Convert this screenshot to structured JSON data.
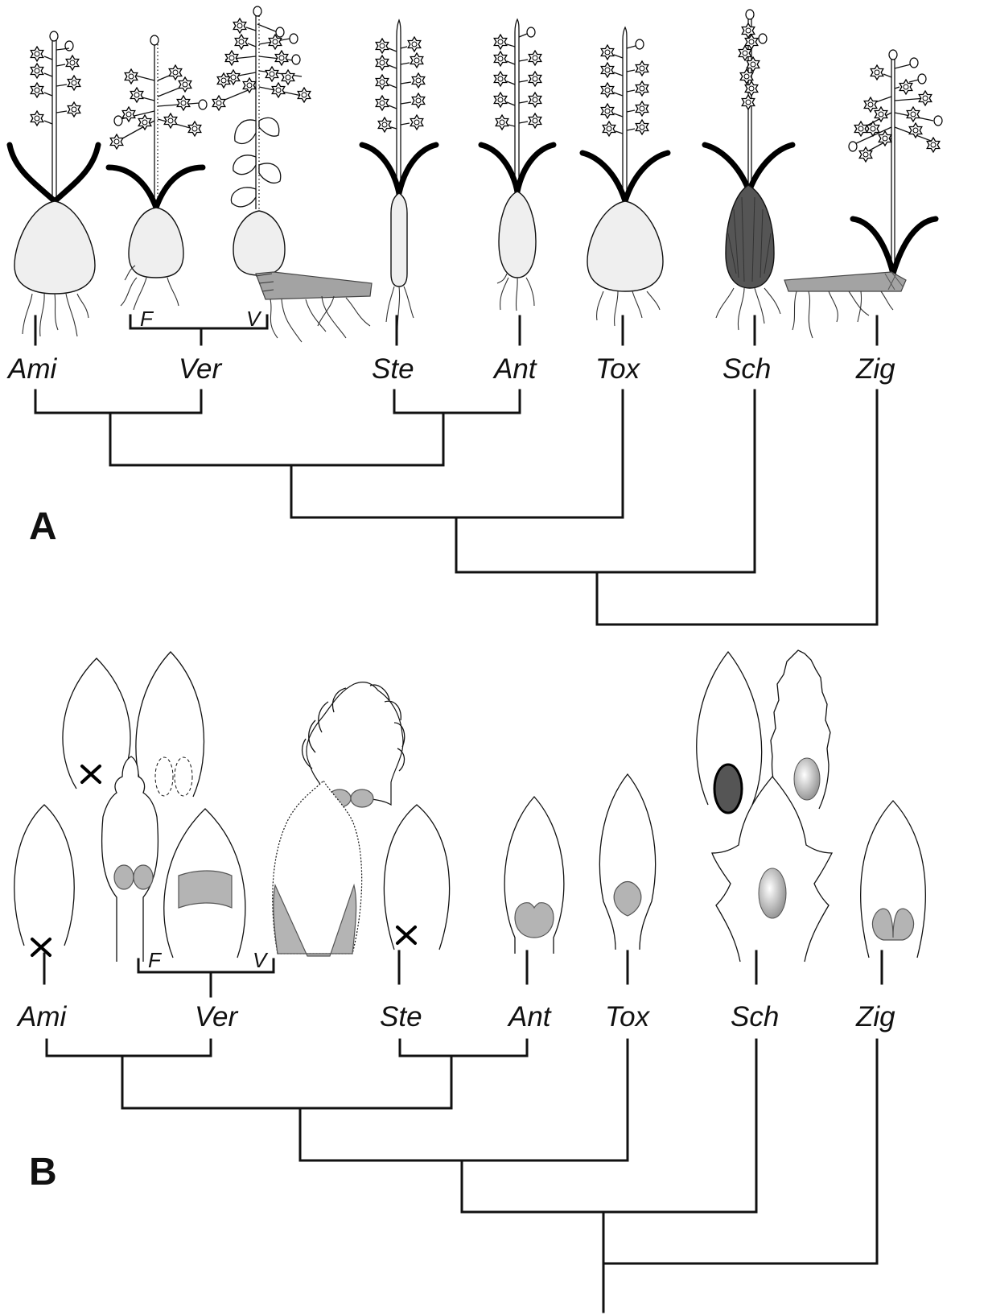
{
  "panels": {
    "a": {
      "label": "A",
      "taxa": [
        "Ami",
        "Ver",
        "Ste",
        "Ant",
        "Tox",
        "Sch",
        "Zig"
      ],
      "ver_sublabels": [
        "F",
        "V"
      ]
    },
    "b": {
      "label": "B",
      "taxa": [
        "Ami",
        "Ver",
        "Ste",
        "Ant",
        "Tox",
        "Sch",
        "Zig"
      ],
      "ver_sublabels": [
        "F",
        "V"
      ]
    }
  },
  "colors": {
    "bulb_fill": "#efefef",
    "rhizome_fill": "#a3a3a3",
    "gland_fill": "#b4b4b4",
    "dark_bulb_fill": "#555555"
  }
}
